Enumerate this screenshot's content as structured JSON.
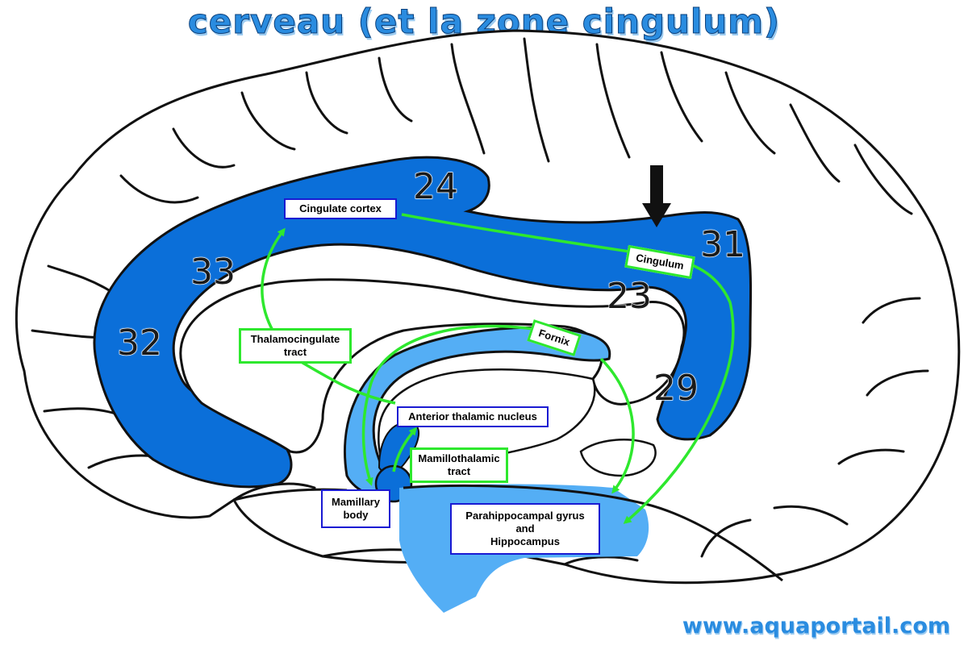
{
  "title": "cerveau (et la zone cingulum)",
  "watermark": "www.aquaportail.com",
  "areas": [
    "24",
    "31",
    "33",
    "23",
    "32",
    "29"
  ],
  "labels": {
    "cingulate_cortex": "Cingulate cortex",
    "cingulum": "Cingulum",
    "fornix": "Fornix",
    "thalamocingulate": [
      "Thalamocingulate",
      "tract"
    ],
    "anterior_thalamic": "Anterior thalamic nucleus",
    "mamillothalamic": [
      "Mamillothalamic",
      "tract"
    ],
    "mamillary": [
      "Mamillary",
      "body"
    ],
    "parahippocampal": [
      "Parahippocampal gyrus",
      "and",
      "Hippocampus"
    ]
  },
  "colors": {
    "cingulate_blue": "#0b6fd9",
    "light_blue": "#54aef5",
    "tract_green": "#2ee82e",
    "label_border_blue": "#1a1ad2",
    "outline": "#111111",
    "title": "#2a8ce0"
  }
}
